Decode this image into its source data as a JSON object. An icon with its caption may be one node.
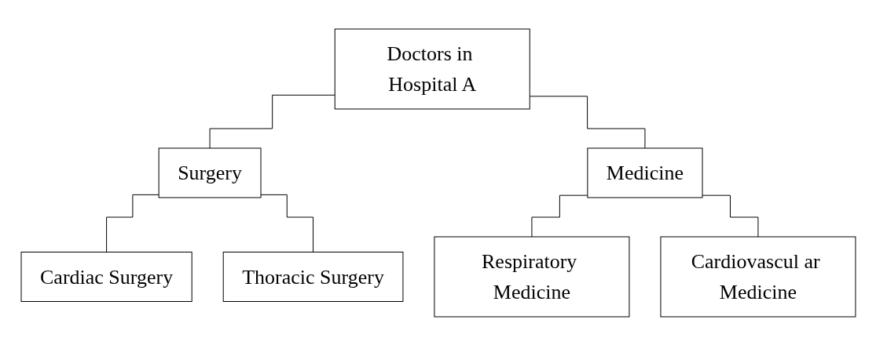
{
  "diagram": {
    "nodes": [
      {
        "text": [
          "Doctors in Hospital A"
        ]
      },
      {
        "text": [
          "Surgery"
        ]
      },
      {
        "text": [
          "Medicine"
        ]
      },
      {
        "text": [
          "Cardiac Surgery"
        ]
      },
      {
        "text": [
          "Thoracic Surgery"
        ]
      },
      {
        "text": [
          "Respiratory Medicine"
        ]
      },
      {
        "text": [
          "Cardiovascul ar Medicine"
        ]
      }
    ],
    "edges": [
      {
        "from": 0,
        "to": 1,
        "arrow": "none"
      },
      {
        "from": 0,
        "to": 2,
        "arrow": "none"
      },
      {
        "from": 1,
        "to": 3,
        "arrow": "none"
      },
      {
        "from": 1,
        "to": 4,
        "arrow": "none"
      },
      {
        "from": 2,
        "to": 5,
        "arrow": "none"
      },
      {
        "from": 2,
        "to": 6,
        "arrow": "none"
      }
    ]
  }
}
